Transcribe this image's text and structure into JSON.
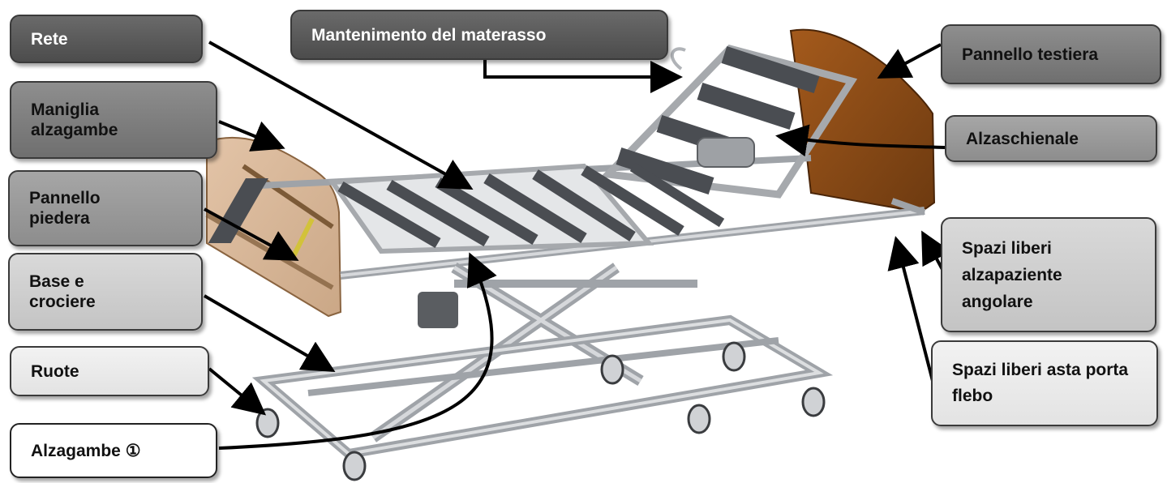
{
  "labels": {
    "rete": "Rete",
    "mantenimento": "Mantenimento del materasso",
    "pannello_testiera": "Pannello testiera",
    "maniglia": "Maniglia alzagambe",
    "alzaschienale": "Alzaschienale",
    "pannello_piedera": "Pannello piedera",
    "spazi_alzapaziente": "Spazi liberi alzapaziente angolare",
    "base_crociere": "Base e crociere",
    "ruote": "Ruote",
    "spazi_asta": "Spazi liberi asta porta flebo",
    "alzagambe": "Alzagambe ①"
  },
  "colors": {
    "headboard": "#8a4a14",
    "footboard": "#c79a6e",
    "frame": "#b9bcc1",
    "slat": "#4a4d52",
    "arrow": "#000000"
  }
}
